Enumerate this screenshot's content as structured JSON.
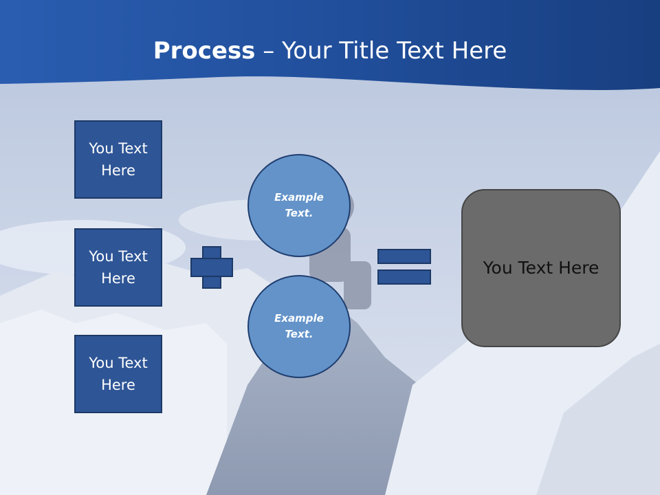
{
  "title": {
    "bold": "Process",
    "rest": " – Your Title Text Here"
  },
  "boxes": [
    {
      "label": "You Text Here"
    },
    {
      "label": "You Text Here"
    },
    {
      "label": "You Text Here"
    }
  ],
  "circles": [
    {
      "label": "Example Text."
    },
    {
      "label": "Example Text."
    }
  ],
  "result": {
    "label": "You Text Here"
  },
  "colors": {
    "header": "#2a5db0",
    "box_fill": "#2e5596",
    "circle_fill": "#6393c9",
    "result_fill": "#6b6b6b",
    "title_text": "#ffffff"
  },
  "background": {
    "description_icon": "mountain-climber-photo"
  }
}
